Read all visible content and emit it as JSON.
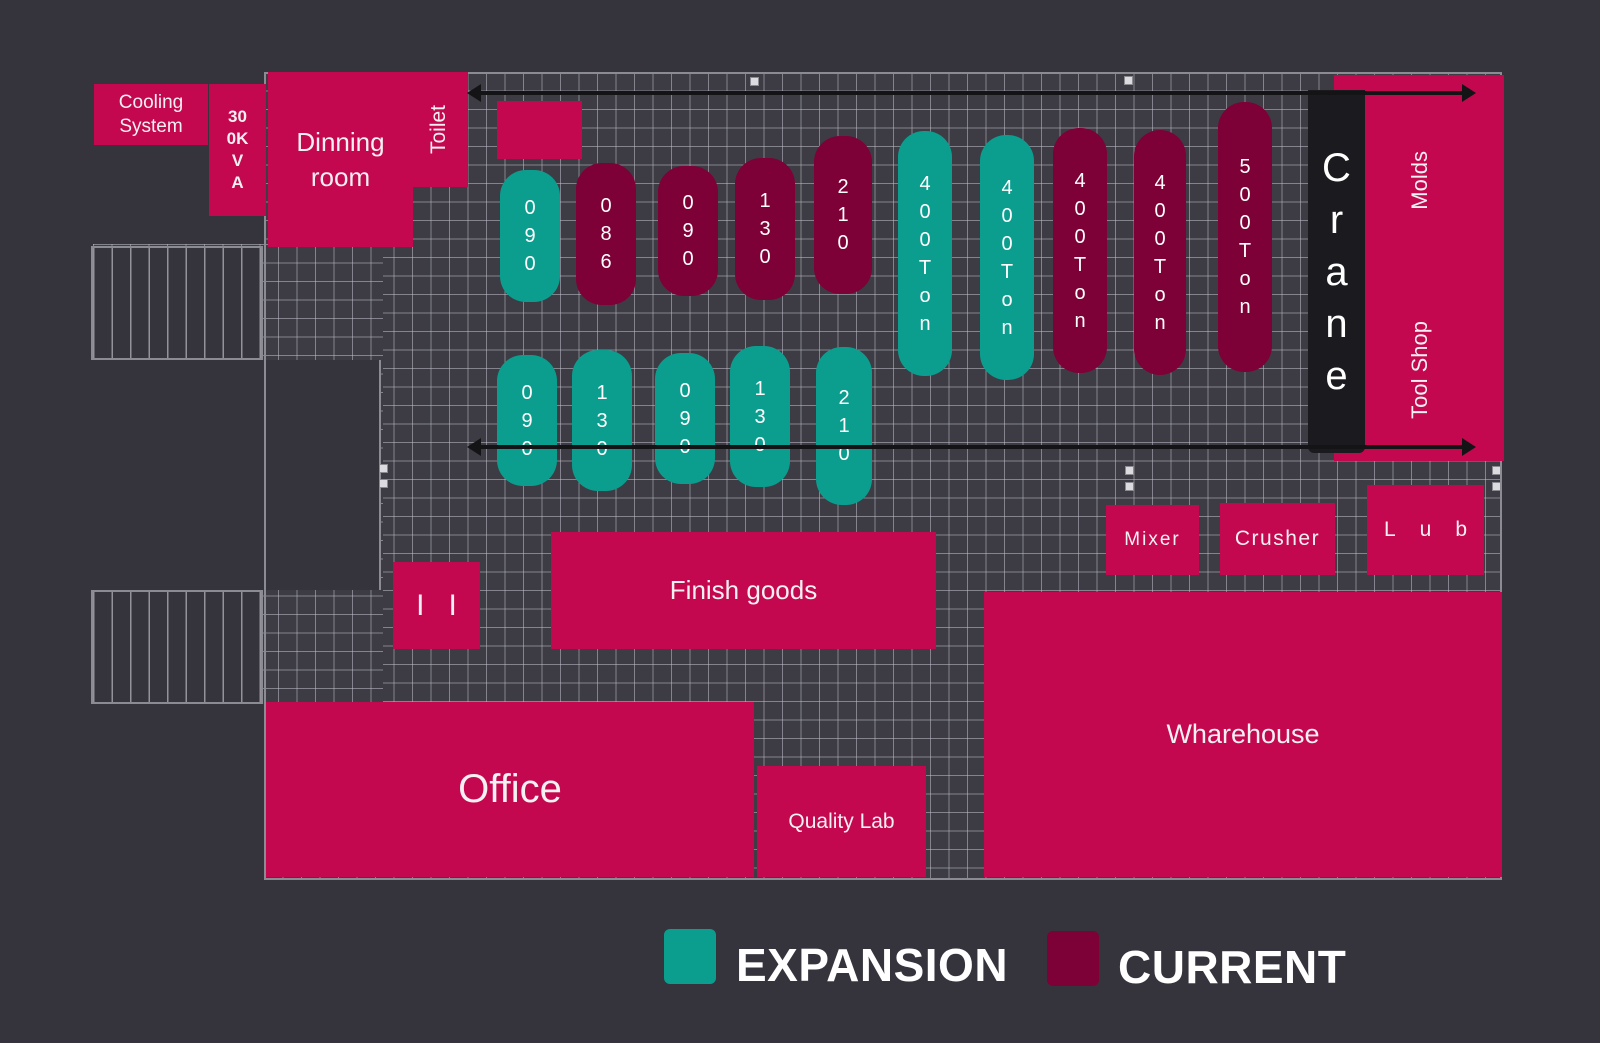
{
  "colors": {
    "room": "#c4084f",
    "expansion": "#0b9e8f",
    "current": "#7d0136",
    "crane": "#1b1b1f",
    "background": "#35343d"
  },
  "rooms": {
    "cooling_system": "Cooling System",
    "power": [
      "30",
      "0K",
      "V",
      "A"
    ],
    "dinning_room_line1": "Dinning",
    "dinning_room_line2": "room",
    "toilet": "Toilet",
    "molds": "Molds",
    "tool_shop": "Tool Shop",
    "mixer": "Mixer",
    "crusher": "Crusher",
    "lub": [
      "L",
      "u",
      "b"
    ],
    "finish_goods": "Finish goods",
    "small_room": [
      "I",
      "I"
    ],
    "office": "Office",
    "quality_lab": "Quality Lab",
    "wharehouse": "Wharehouse",
    "crane": [
      "C",
      "r",
      "a",
      "n",
      "e"
    ]
  },
  "machines_row1": [
    {
      "type": "expansion",
      "chars": [
        "0",
        "9",
        "0"
      ]
    },
    {
      "type": "current",
      "chars": [
        "0",
        "8",
        "6"
      ]
    },
    {
      "type": "current",
      "chars": [
        "0",
        "9",
        "0"
      ]
    },
    {
      "type": "current",
      "chars": [
        "1",
        "3",
        "0"
      ]
    },
    {
      "type": "current",
      "chars": [
        "2",
        "1",
        "0"
      ]
    },
    {
      "type": "expansion",
      "chars": [
        "4",
        "0",
        "0",
        "T",
        "o",
        "n"
      ]
    },
    {
      "type": "expansion",
      "chars": [
        "4",
        "0",
        "0",
        "T",
        "o",
        "n"
      ]
    },
    {
      "type": "current",
      "chars": [
        "4",
        "0",
        "0",
        "T",
        "o",
        "n"
      ]
    },
    {
      "type": "current",
      "chars": [
        "4",
        "0",
        "0",
        "T",
        "o",
        "n"
      ]
    },
    {
      "type": "current",
      "chars": [
        "5",
        "0",
        "0",
        "T",
        "o",
        "n"
      ]
    }
  ],
  "machines_row2": [
    {
      "type": "expansion",
      "chars": [
        "0",
        "9",
        "0"
      ]
    },
    {
      "type": "expansion",
      "chars": [
        "1",
        "3",
        "0"
      ]
    },
    {
      "type": "expansion",
      "chars": [
        "0",
        "9",
        "0"
      ]
    },
    {
      "type": "expansion",
      "chars": [
        "1",
        "3",
        "0"
      ]
    },
    {
      "type": "expansion",
      "chars": [
        "2",
        "1",
        "0"
      ]
    }
  ],
  "legend": {
    "expansion_label": "EXPANSION",
    "current_label": "CURRENT"
  }
}
